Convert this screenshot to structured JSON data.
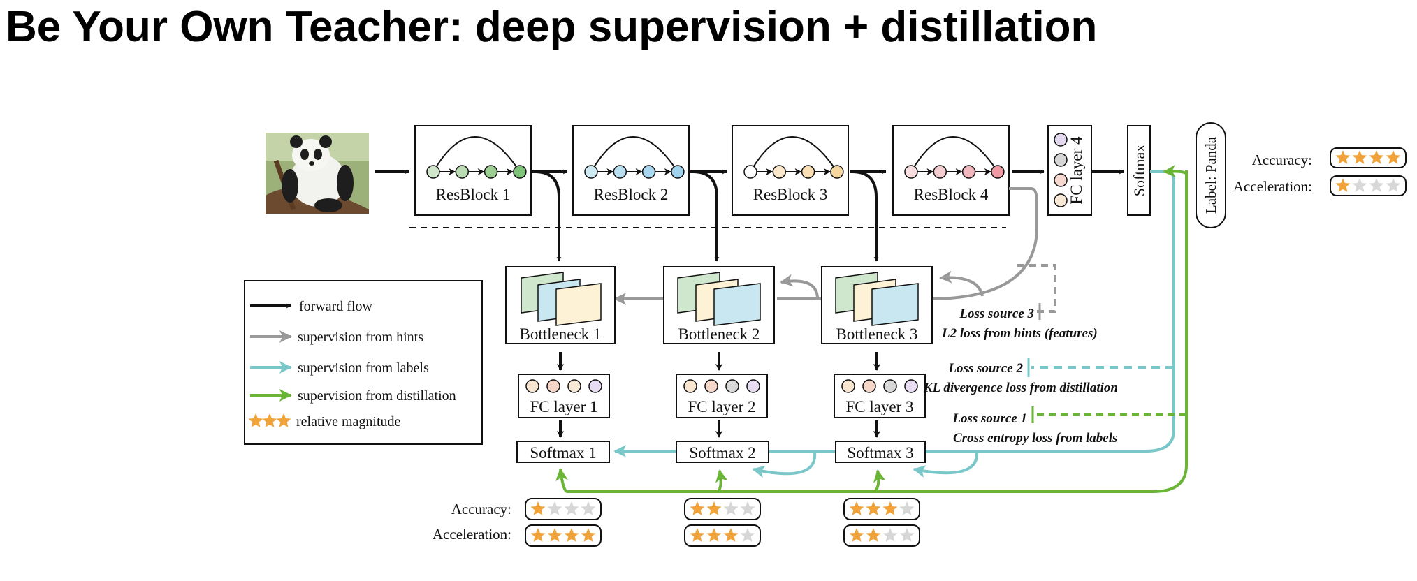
{
  "title": "Be Your Own Teacher: deep supervision + distillation",
  "colors": {
    "forward": "#111111",
    "hints": "#999999",
    "labels": "#79c7c8",
    "distillation": "#6ab536",
    "star_on": "#f1a33a",
    "star_off": "#d7d7d7"
  },
  "input_image": {
    "icon": "panda-photo"
  },
  "resblocks": [
    {
      "label": "ResBlock 1",
      "node_colors": [
        "#cfe6cb",
        "#b9dcb3",
        "#9dcf93",
        "#7fc27a"
      ]
    },
    {
      "label": "ResBlock 2",
      "node_colors": [
        "#cfe9f3",
        "#b9def0",
        "#a7d7ee",
        "#9fd2ec"
      ]
    },
    {
      "label": "ResBlock 3",
      "node_colors": [
        "#ffffff",
        "#fbe7c9",
        "#fadfb4",
        "#f6d79f"
      ]
    },
    {
      "label": "ResBlock 4",
      "node_colors": [
        "#f8dede",
        "#f4cdd0",
        "#f1b7bd",
        "#ee9aa3"
      ]
    }
  ],
  "fc4": {
    "label": "FC layer 4",
    "node_colors": [
      "#e4d9f0",
      "#d6d6d6",
      "#f7d8cf",
      "#f8e9d6"
    ]
  },
  "softmax_main": {
    "label": "Softmax"
  },
  "label_box": {
    "label": "Label: Panda"
  },
  "main_rating": {
    "accuracy_label": "Accuracy:",
    "acceleration_label": "Acceleration:",
    "accuracy": 4,
    "acceleration": 1,
    "max": 4
  },
  "bottlenecks": [
    {
      "label": "Bottleneck 1"
    },
    {
      "label": "Bottleneck 2"
    },
    {
      "label": "Bottleneck 3"
    }
  ],
  "fc_layers": [
    {
      "label": "FC layer 1",
      "node_colors": [
        "#f8e6d0",
        "#f7d5c6",
        "#f8e8d6",
        "#e7dcf1"
      ]
    },
    {
      "label": "FC layer 2",
      "node_colors": [
        "#f8e6d0",
        "#f4d7c9",
        "#d8d8d8",
        "#e7dcf1"
      ]
    },
    {
      "label": "FC layer 3",
      "node_colors": [
        "#f8e6d0",
        "#f4d7c9",
        "#d8d8d8",
        "#e7dcf1"
      ]
    }
  ],
  "softmaxes": [
    {
      "label": "Softmax 1"
    },
    {
      "label": "Softmax 2"
    },
    {
      "label": "Softmax 3"
    }
  ],
  "branch_ratings": {
    "accuracy_label": "Accuracy:",
    "acceleration_label": "Acceleration:",
    "max": 4,
    "items": [
      {
        "accuracy": 1,
        "acceleration": 4
      },
      {
        "accuracy": 2,
        "acceleration": 3
      },
      {
        "accuracy": 3,
        "acceleration": 2
      }
    ]
  },
  "loss_sources": [
    {
      "title": "Loss source 3",
      "desc": "L2 loss from hints (features)"
    },
    {
      "title": "Loss source 2",
      "desc": "KL divergence loss from distillation"
    },
    {
      "title": "Loss source 1",
      "desc": "Cross entropy loss from labels"
    }
  ],
  "legend": {
    "items": [
      {
        "label": "forward flow",
        "kind": "forward"
      },
      {
        "label": "supervision from hints",
        "kind": "hints"
      },
      {
        "label": "supervision from labels",
        "kind": "labels"
      },
      {
        "label": "supervision from distillation",
        "kind": "distillation"
      },
      {
        "label": "relative magnitude",
        "kind": "stars"
      }
    ]
  }
}
